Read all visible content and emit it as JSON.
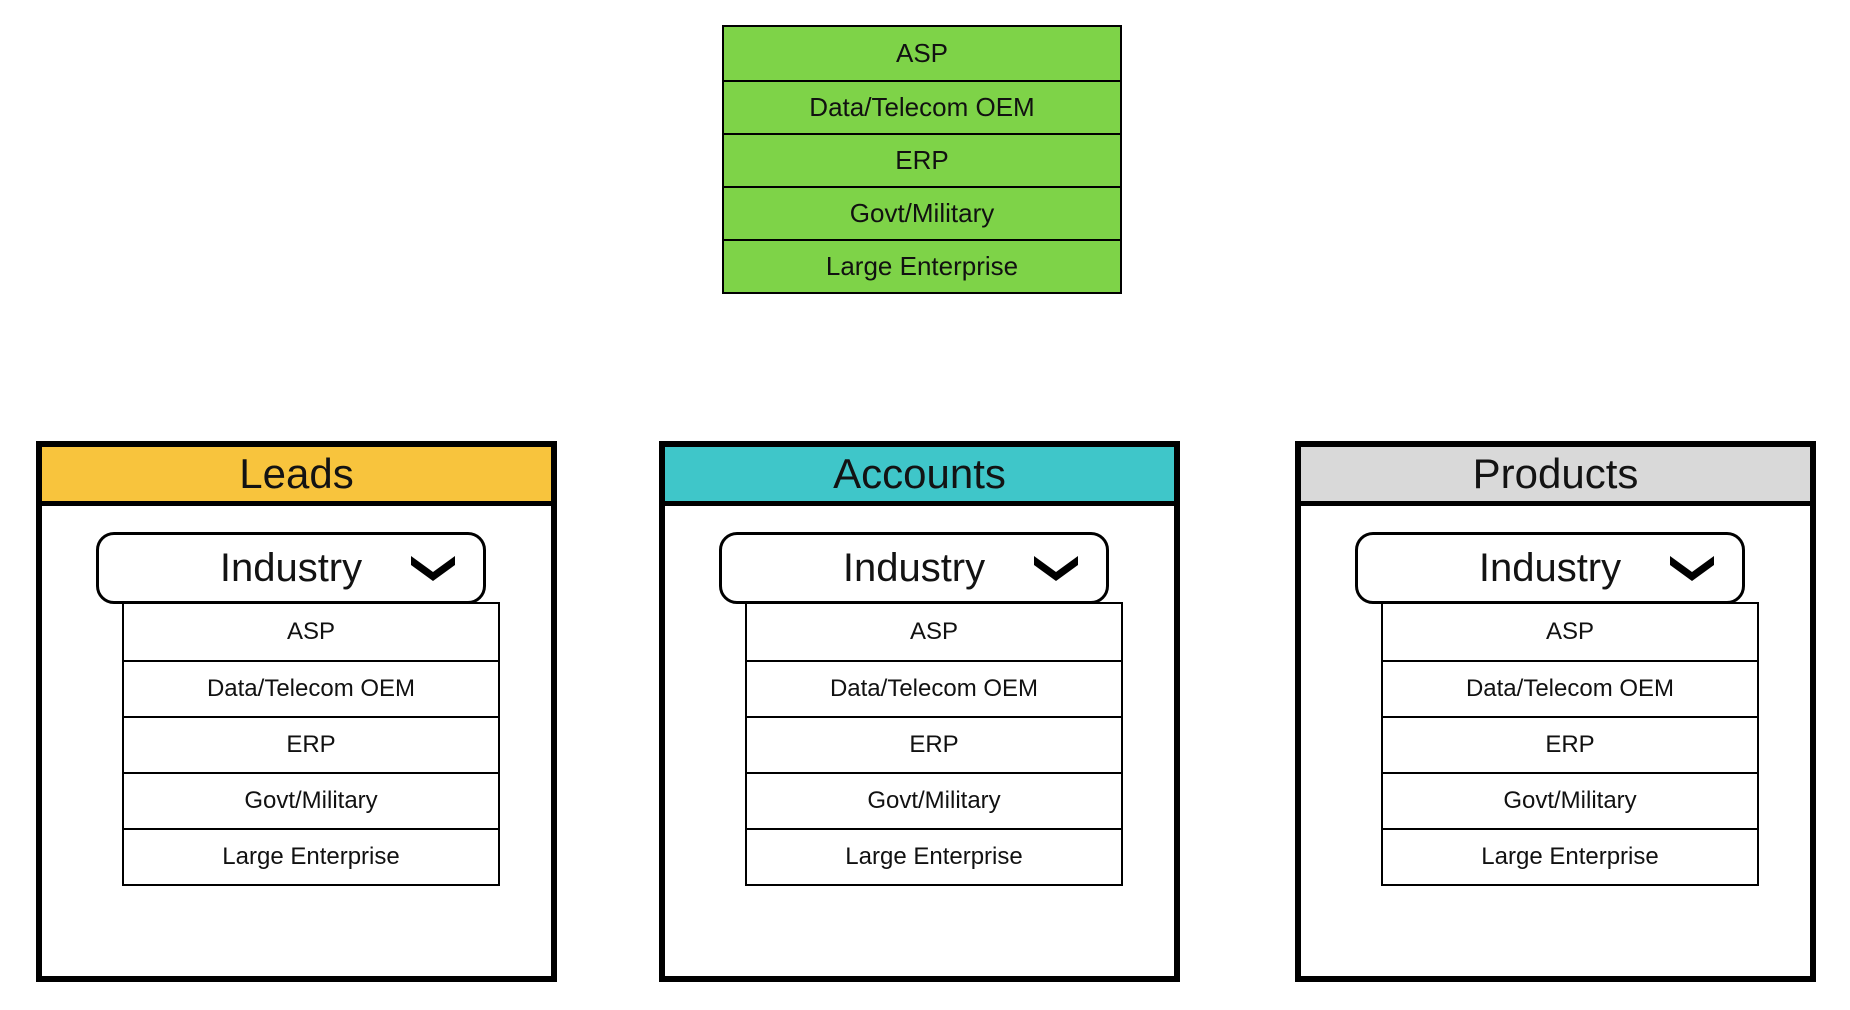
{
  "colors": {
    "source_green": "#7ED348",
    "leads_yellow": "#F8C43D",
    "accounts_teal": "#3FC6C9",
    "products_gray": "#D9D9D9"
  },
  "source_list": {
    "items": [
      "ASP",
      "Data/Telecom OEM",
      "ERP",
      "Govt/Military",
      "Large Enterprise"
    ]
  },
  "modules": [
    {
      "title": "Leads",
      "field_label": "Industry",
      "options": [
        "ASP",
        "Data/Telecom OEM",
        "ERP",
        "Govt/Military",
        "Large Enterprise"
      ]
    },
    {
      "title": "Accounts",
      "field_label": "Industry",
      "options": [
        "ASP",
        "Data/Telecom OEM",
        "ERP",
        "Govt/Military",
        "Large Enterprise"
      ]
    },
    {
      "title": "Products",
      "field_label": "Industry",
      "options": [
        "ASP",
        "Data/Telecom OEM",
        "ERP",
        "Govt/Military",
        "Large Enterprise"
      ]
    }
  ]
}
